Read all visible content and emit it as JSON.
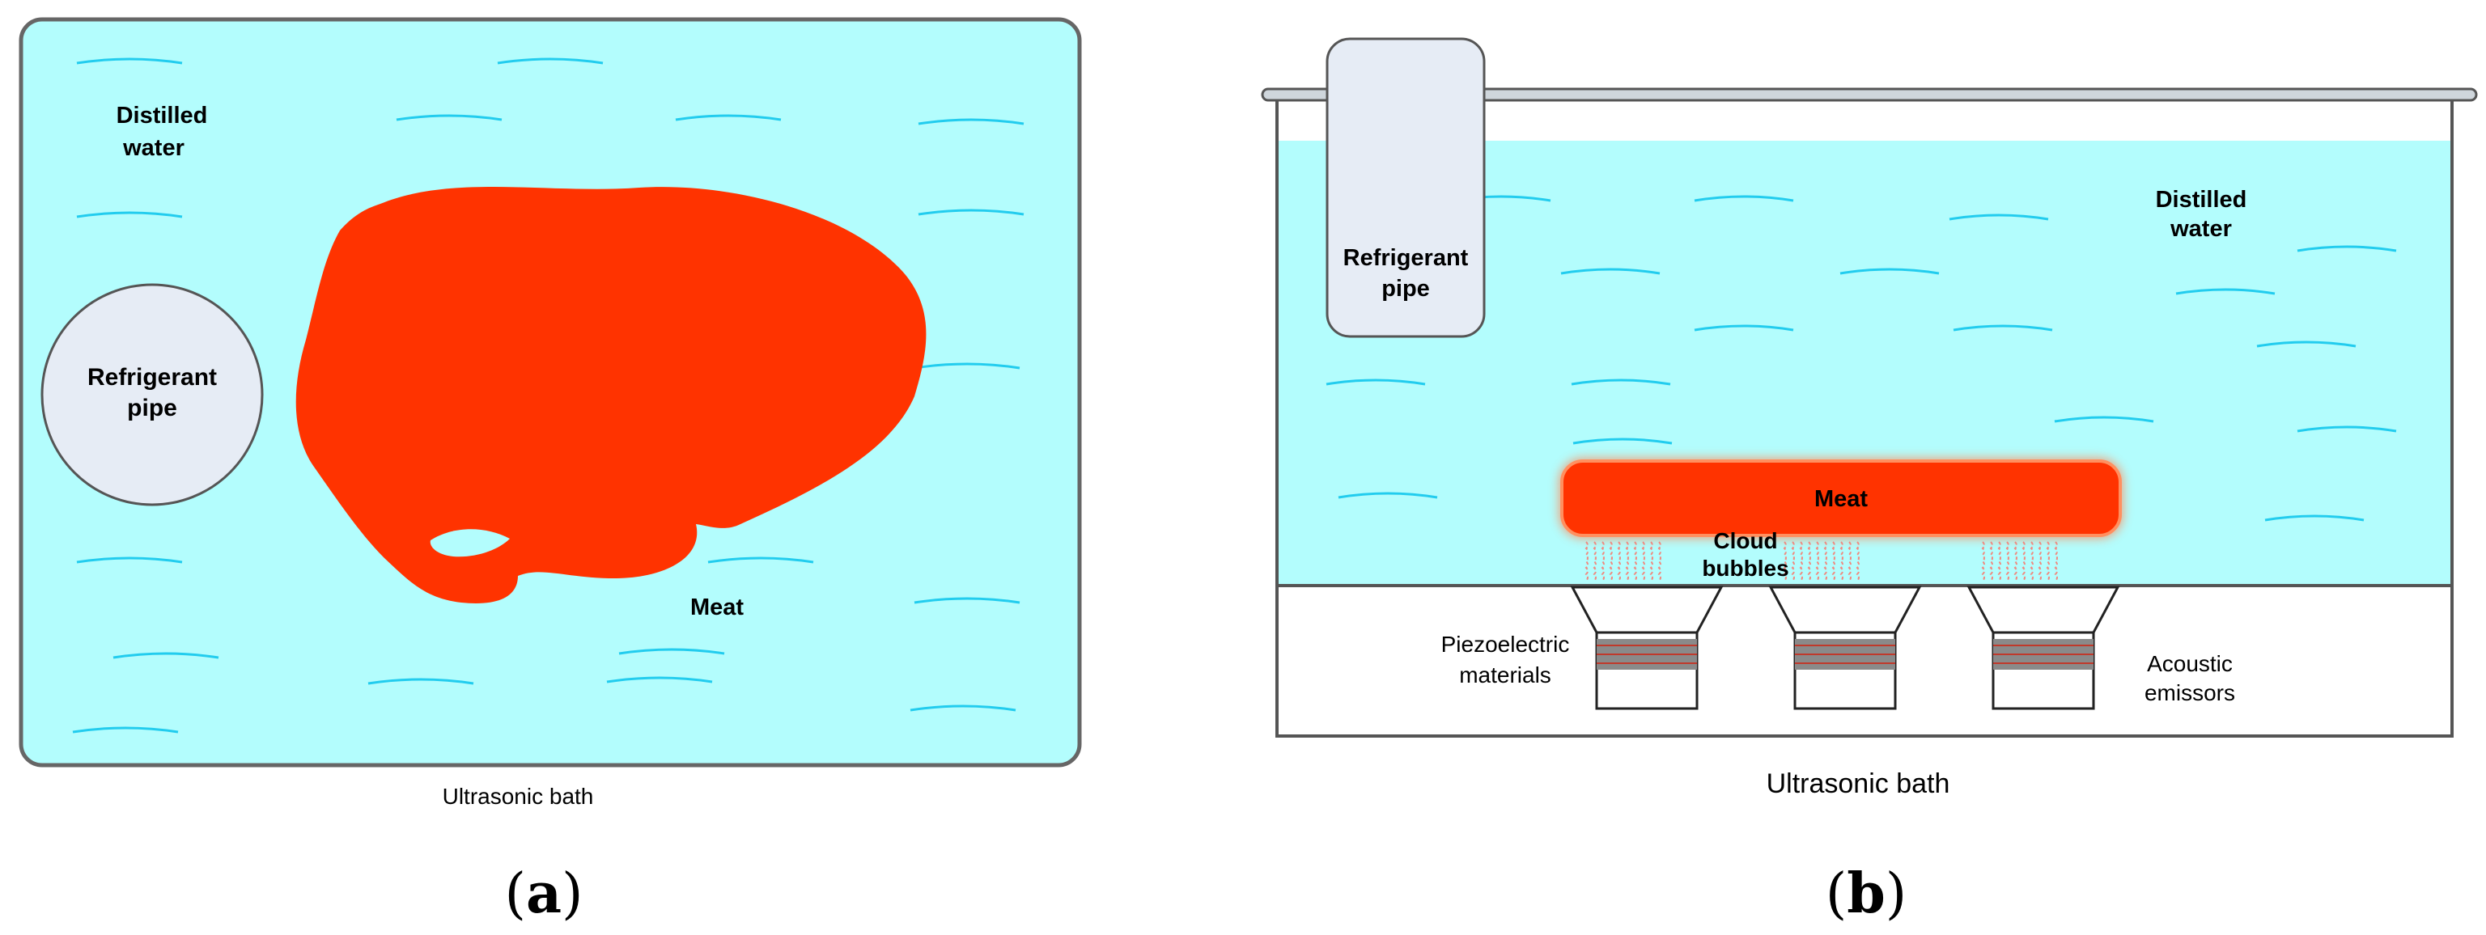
{
  "panel_a": {
    "water_label_line1": "Distilled",
    "water_label_line2": "water",
    "pipe_label_line1": "Refrigerant",
    "pipe_label_line2": "pipe",
    "meat_label": "Meat",
    "bath_label": "Ultrasonic bath",
    "caption_letter": "a"
  },
  "panel_b": {
    "water_label_line1": "Distilled",
    "water_label_line2": "water",
    "pipe_label_line1": "Refrigerant",
    "pipe_label_line2": "pipe",
    "meat_label": "Meat",
    "bubbles_label_line1": "Cloud",
    "bubbles_label_line2": "bubbles",
    "piezo_label_line1": "Piezoelectric",
    "piezo_label_line2": "materials",
    "emitters_label_line1": "Acoustic",
    "emitters_label_line2": "emissors",
    "bath_label": "Ultrasonic bath",
    "caption_letter": "b"
  },
  "colors": {
    "water": "#b3fdfd",
    "wave": "#22ccee",
    "meat": "#ff3300",
    "pipe": "#e6ecf5",
    "tank_border": "#666666",
    "piezo_band": "#8a8a8a",
    "piezo_line": "#c0392b",
    "bubble": "#f08a80"
  }
}
